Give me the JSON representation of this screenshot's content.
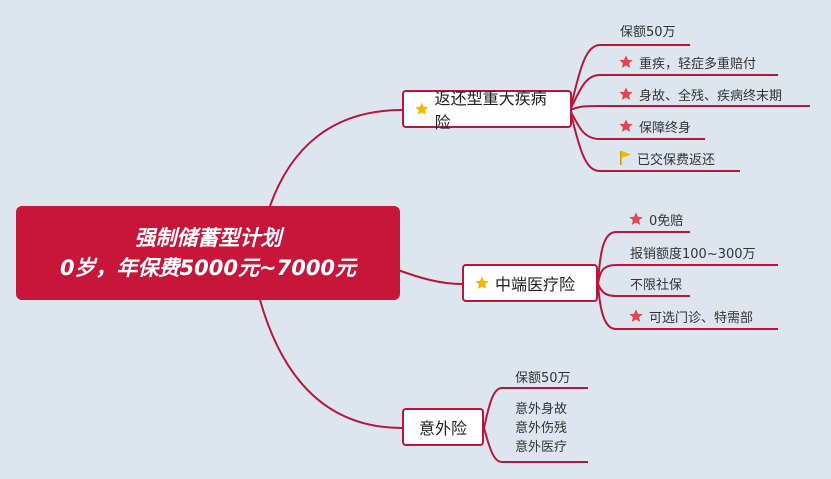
{
  "root": {
    "line1": "强制储蓄型计划",
    "line2": "0岁，年保费5000元~7000元"
  },
  "branches": [
    {
      "label": "返还型重大疾病险",
      "icon": "star-gold",
      "leaves": [
        {
          "text": "保额50万",
          "icon": ""
        },
        {
          "text": "重疾，轻症多重赔付",
          "icon": "star-red"
        },
        {
          "text": "身故、全残、疾病终末期",
          "icon": "star-red"
        },
        {
          "text": "保障终身",
          "icon": "star-red"
        },
        {
          "text": "已交保费返还",
          "icon": "flag-gold"
        }
      ]
    },
    {
      "label": "中端医疗险",
      "icon": "star-gold",
      "leaves": [
        {
          "text": "0免赔",
          "icon": "star-red"
        },
        {
          "text": "报销额度100~300万",
          "icon": ""
        },
        {
          "text": "不限社保",
          "icon": ""
        },
        {
          "text": "可选门诊、特需部",
          "icon": "star-red"
        }
      ]
    },
    {
      "label": "意外险",
      "icon": "",
      "leaves": [
        {
          "text": "保额50万",
          "icon": ""
        },
        {
          "text": "意外身故",
          "icon": ""
        },
        {
          "text": "意外伤残",
          "icon": ""
        },
        {
          "text": "意外医疗",
          "icon": ""
        }
      ]
    }
  ],
  "colors": {
    "background": "#dde6ef",
    "root_fill": "#c8163b",
    "line": "#b8163a",
    "star_gold": "#f5b800",
    "star_red": "#e8414f"
  }
}
